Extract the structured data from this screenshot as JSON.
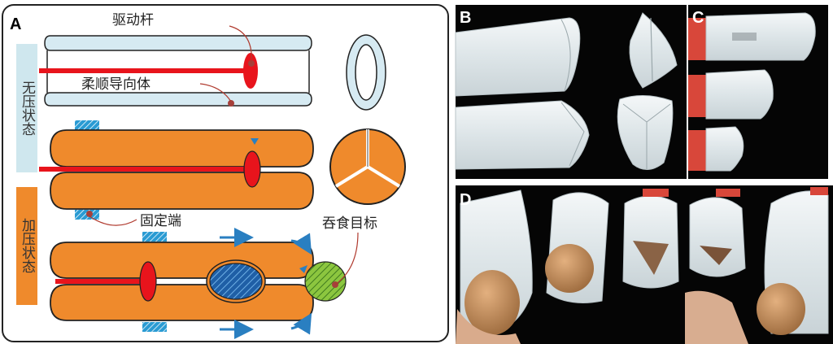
{
  "panel_a": {
    "label": "A",
    "annotations": {
      "drive_rod": "驱动杆",
      "guide_body": "柔顺导向体",
      "fixed_end": "固定端",
      "target": "吞食目标"
    },
    "states": {
      "unpressurized": "无压状态",
      "pressurized": "加压状态"
    }
  },
  "panel_b": {
    "label": "B"
  },
  "panel_c": {
    "label": "C"
  },
  "panel_d": {
    "label": "D"
  },
  "colors": {
    "orange": "#ef8a2c",
    "rod_red": "#e8141c",
    "tube_blue": "#d6eaf2",
    "label_blue": "#cfe7ee",
    "label_orange": "#ef8a2c",
    "hatch_blue": "#2e7fc4",
    "target_green": "#8cc63f",
    "arrow_blue": "#2a7fc1",
    "leader_red": "#b03a2e",
    "photo_bg": "#050505",
    "silicone": "#e9eef0",
    "cap_red": "#d8473a",
    "egg": "#c89160"
  }
}
